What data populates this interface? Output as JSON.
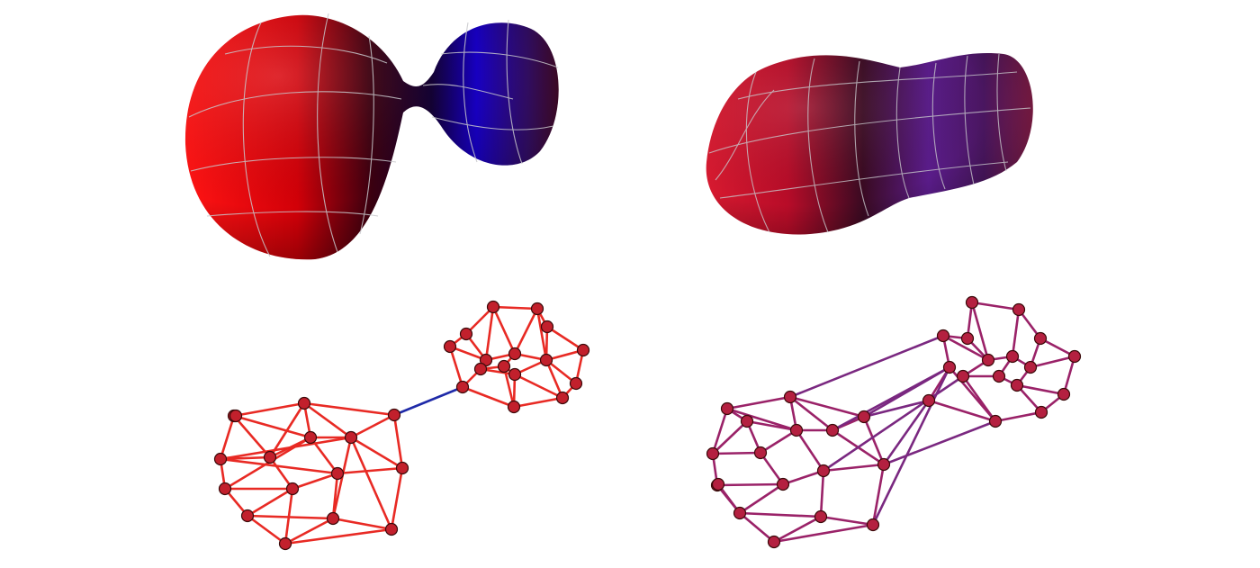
{
  "figure": {
    "panels": [
      {
        "id": "surface-dumbbell",
        "kind": "surface",
        "shape": "dumbbell",
        "neck": "thin",
        "colors": [
          "#ff1010",
          "#2a0008",
          "#1a00b0"
        ]
      },
      {
        "id": "surface-peanut",
        "kind": "surface",
        "shape": "peanut",
        "neck": "wide",
        "colors": [
          "#d8102a",
          "#2c0a20",
          "#5a1c8a"
        ]
      },
      {
        "id": "graph-dumbbell",
        "kind": "graph",
        "clusters": 2,
        "bridge_edges": 1,
        "node_color": "#c2202c",
        "edge_color": "#e82a24",
        "bridge_color": "#1f2aa8"
      },
      {
        "id": "graph-peanut",
        "kind": "graph",
        "clusters": 2,
        "bridge_edges": "many",
        "node_color": "#b42040",
        "edge_color": "#9a2268",
        "bridge_color": "#7a2880"
      }
    ],
    "gridline_color": "#c8c8cc"
  }
}
